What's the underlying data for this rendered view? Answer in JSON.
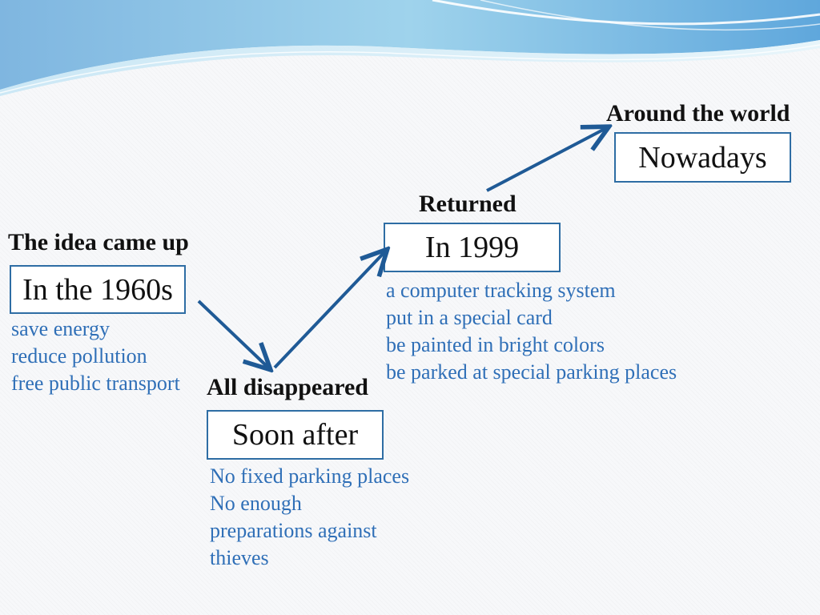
{
  "colors": {
    "box_border": "#2e6da4",
    "arrow": "#1f5a96",
    "note_text": "#2f6fb7",
    "heading_text": "#111111"
  },
  "stages": {
    "idea": {
      "heading": "The idea came up",
      "box": "In the 1960s",
      "notes": [
        "save energy",
        "reduce pollution",
        "free public transport"
      ]
    },
    "disappeared": {
      "heading": "All disappeared",
      "box": "Soon after",
      "notes": [
        "No fixed parking places",
        "No enough",
        "preparations against",
        "thieves"
      ]
    },
    "returned": {
      "heading": "Returned",
      "box": "In 1999",
      "notes": [
        "a computer tracking system",
        "put in a special card",
        "be painted in bright colors",
        "be parked at special parking places"
      ]
    },
    "world": {
      "heading": "Around the world",
      "box": "Nowadays"
    }
  }
}
